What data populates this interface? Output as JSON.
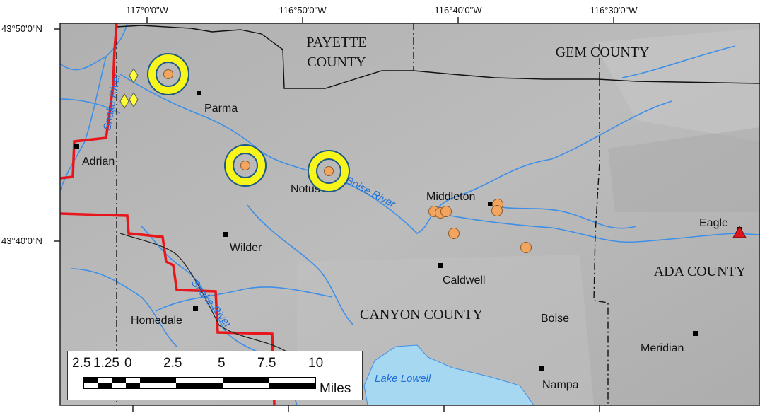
{
  "graticule": {
    "top": [
      "117°0'0\"W",
      "116°50'0\"W",
      "116°40'0\"W",
      "116°30'0\"W"
    ],
    "left": [
      "43°50'0\"N",
      "43°40'0\"N"
    ]
  },
  "counties": {
    "payette_1": "PAYETTE",
    "payette_2": "COUNTY",
    "gem": "GEM COUNTY",
    "canyon": "CANYON COUNTY",
    "ada": "ADA COUNTY"
  },
  "towns": {
    "parma": "Parma",
    "adrian": "Adrian",
    "notus": "Notus",
    "middleton": "Middleton",
    "wilder": "Wilder",
    "caldwell": "Caldwell",
    "homedale": "Homedale",
    "boise": "Boise",
    "eagle": "Eagle",
    "meridian": "Meridian",
    "nampa": "Nampa"
  },
  "water": {
    "snake_river_upper": "Snake River",
    "snake_river_lower": "Snake River",
    "boise_river": "Boise River",
    "lake_lowell": "Lake Lowell"
  },
  "scale": {
    "ticks": [
      "2.5",
      "1.25",
      "0",
      "2.5",
      "5",
      "7.5",
      "10"
    ],
    "unit": "Miles"
  },
  "colors": {
    "terrain": "#b8b8b8",
    "water": "#3d8fe8",
    "lake": "#a7d8f2",
    "state_border": "#e8151b",
    "site_fill": "#f2a55f",
    "ring_yellow": "#f7f51a",
    "ring_outline": "#1d5a88",
    "diamond": "#ffff33",
    "triangle": "#e0151b"
  }
}
